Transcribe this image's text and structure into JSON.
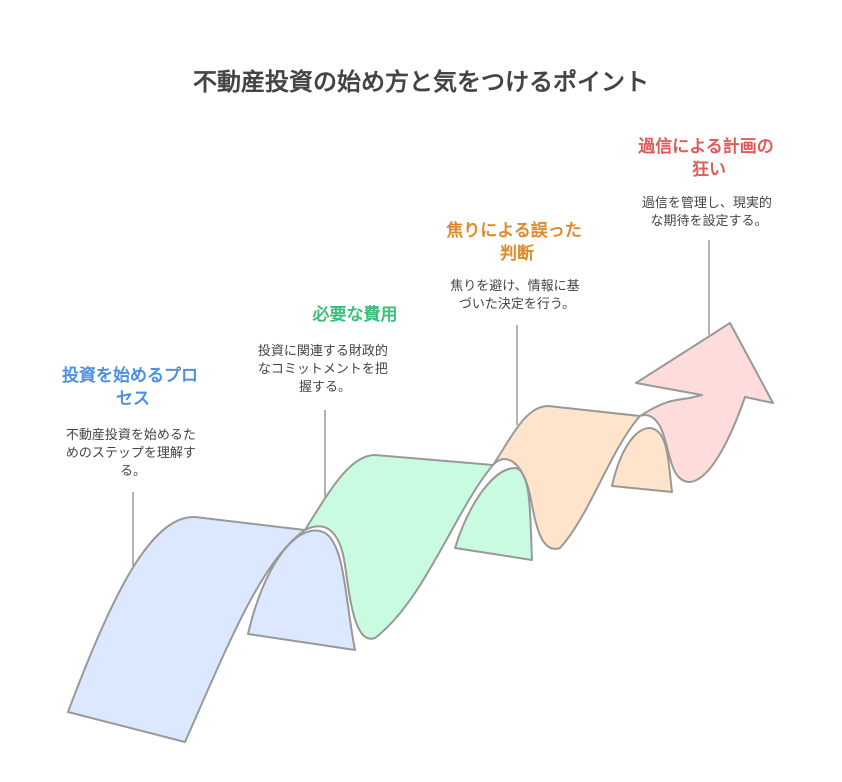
{
  "title": "不動産投資の始め方と気をつけるポイント",
  "colors": {
    "step1": "#4d8fe0",
    "step2": "#3dbf7a",
    "step3": "#e08a2c",
    "step4": "#e05a5a",
    "fill1": "#dbe8ff",
    "fill2": "#c9fbe1",
    "fill3": "#ffe4cc",
    "fill4": "#ffdcdc"
  },
  "steps": [
    {
      "title_lines": [
        "投資を始めるプロ",
        "セス"
      ],
      "desc_lines": [
        "不動産投資を始めるた",
        "めのステップを理解す",
        "る。"
      ]
    },
    {
      "title_lines": [
        "必要な費用"
      ],
      "desc_lines": [
        "投資に関連する財政的",
        "なコミットメントを把",
        "握する。"
      ]
    },
    {
      "title_lines": [
        "焦りによる誤った",
        "判断"
      ],
      "desc_lines": [
        "焦りを避け、情報に基",
        "づいた決定を行う。"
      ]
    },
    {
      "title_lines": [
        "過信による計画の",
        "狂い"
      ],
      "desc_lines": [
        "過信を管理し、現実的",
        "な期待を設定する。"
      ]
    }
  ]
}
